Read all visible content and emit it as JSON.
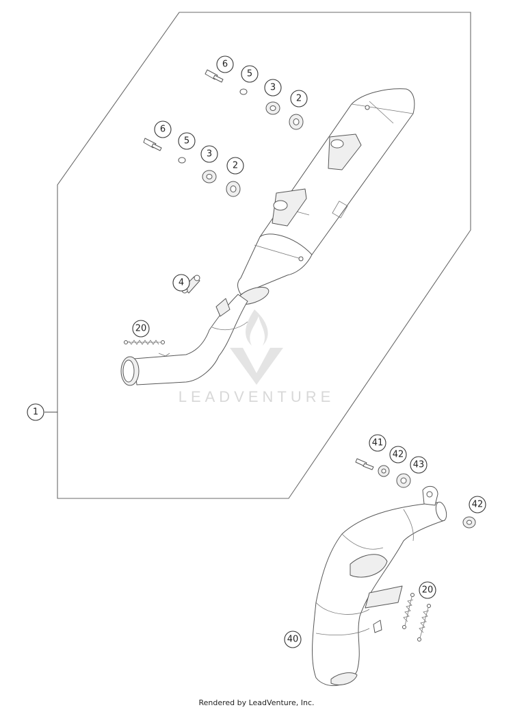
{
  "callouts": {
    "c1": "1",
    "c2a": "2",
    "c2b": "2",
    "c3a": "3",
    "c3b": "3",
    "c4": "4",
    "c5a": "5",
    "c5b": "5",
    "c6a": "6",
    "c6b": "6",
    "c20a": "20",
    "c20b": "20",
    "c40": "40",
    "c41": "41",
    "c42a": "42",
    "c42b": "42",
    "c43": "43"
  },
  "watermark": {
    "text": "LEADVENTURE"
  },
  "footer": {
    "text": "Rendered by LeadVenture, Inc."
  }
}
